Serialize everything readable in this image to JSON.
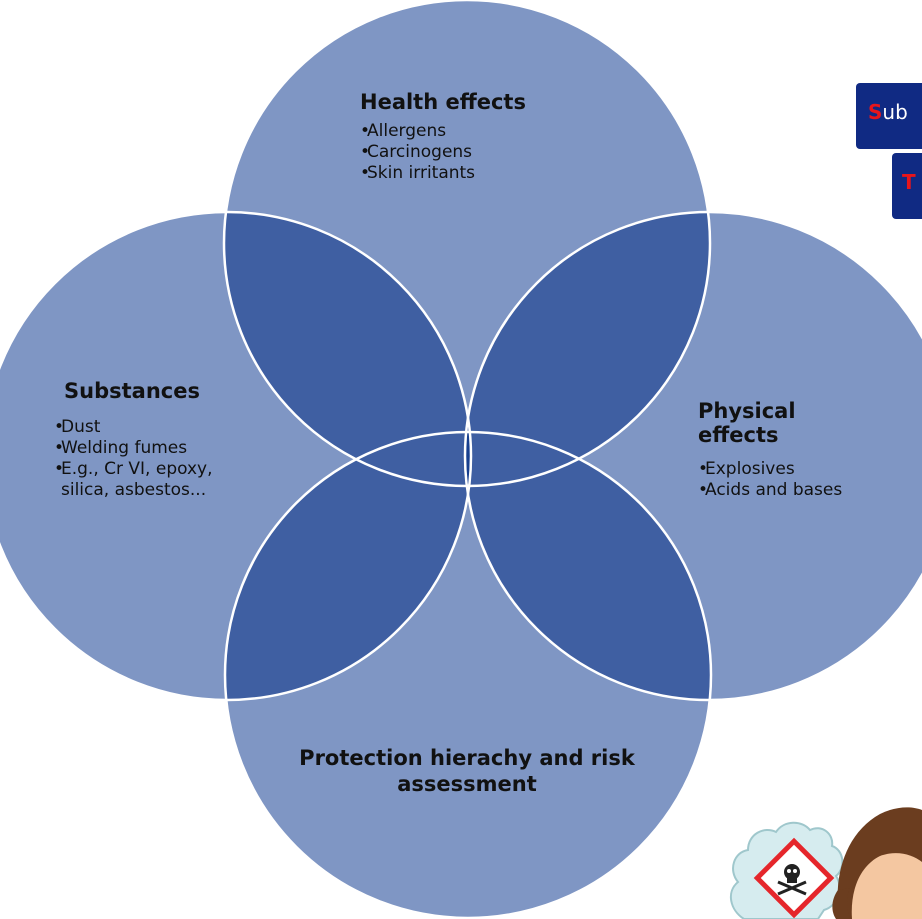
{
  "diagram": {
    "circles": [
      {
        "id": "health",
        "heading": "Health effects",
        "items": [
          "Allergens",
          "Carcinogens",
          "Skin irritants"
        ]
      },
      {
        "id": "substances",
        "heading": "Substances",
        "items": [
          "Dust",
          "Welding fumes",
          "E.g., Cr VI, epoxy, silica, asbestos..."
        ]
      },
      {
        "id": "physical",
        "heading": "Physical effects",
        "items": [
          "Explosives",
          "Acids and bases"
        ]
      },
      {
        "id": "protection",
        "heading": "Protection hierachy and risk assessment",
        "items": []
      }
    ],
    "bullet_char": "•",
    "colors": {
      "circle_fill": "#7f96c4",
      "overlap_fill": "#3f5fa2",
      "center_fill": "#173f8f",
      "circle_stroke": "#ffffff"
    }
  },
  "side_boxes": [
    {
      "first_letter": "S",
      "rest": "ub"
    },
    {
      "first_letter": "T",
      "rest": ""
    }
  ],
  "side_box_colors": {
    "background": "#102a83",
    "first_letter": "#e8151b",
    "text": "#ffffff"
  },
  "cartoon": {
    "icon": "toxic-skull-hazard-icon"
  }
}
